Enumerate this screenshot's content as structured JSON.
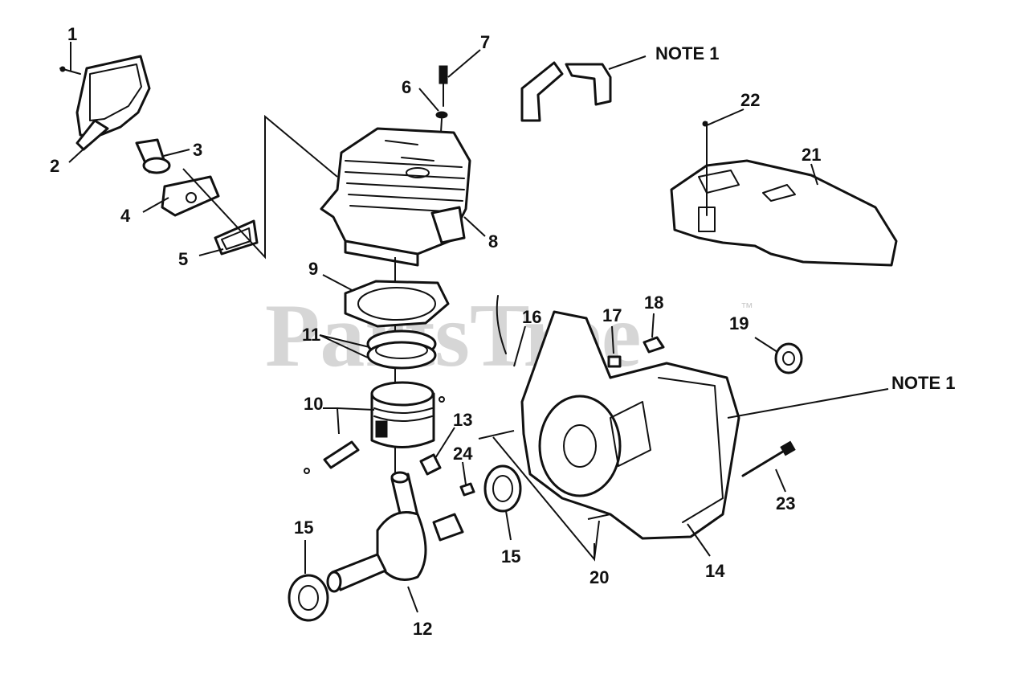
{
  "watermark": {
    "text": "PartsTree",
    "tm": "™"
  },
  "callouts": {
    "c1": "1",
    "c2": "2",
    "c3": "3",
    "c4": "4",
    "c5": "5",
    "c6": "6",
    "c7": "7",
    "c8": "8",
    "c9": "9",
    "c10": "10",
    "c11": "11",
    "c12": "12",
    "c13": "13",
    "c14": "14",
    "c15a": "15",
    "c15b": "15",
    "c16": "16",
    "c17": "17",
    "c18": "18",
    "c19": "19",
    "c20": "20",
    "c21": "21",
    "c22": "22",
    "c23": "23",
    "c24": "24"
  },
  "notes": {
    "top": "NOTE 1",
    "right": "NOTE 1"
  }
}
